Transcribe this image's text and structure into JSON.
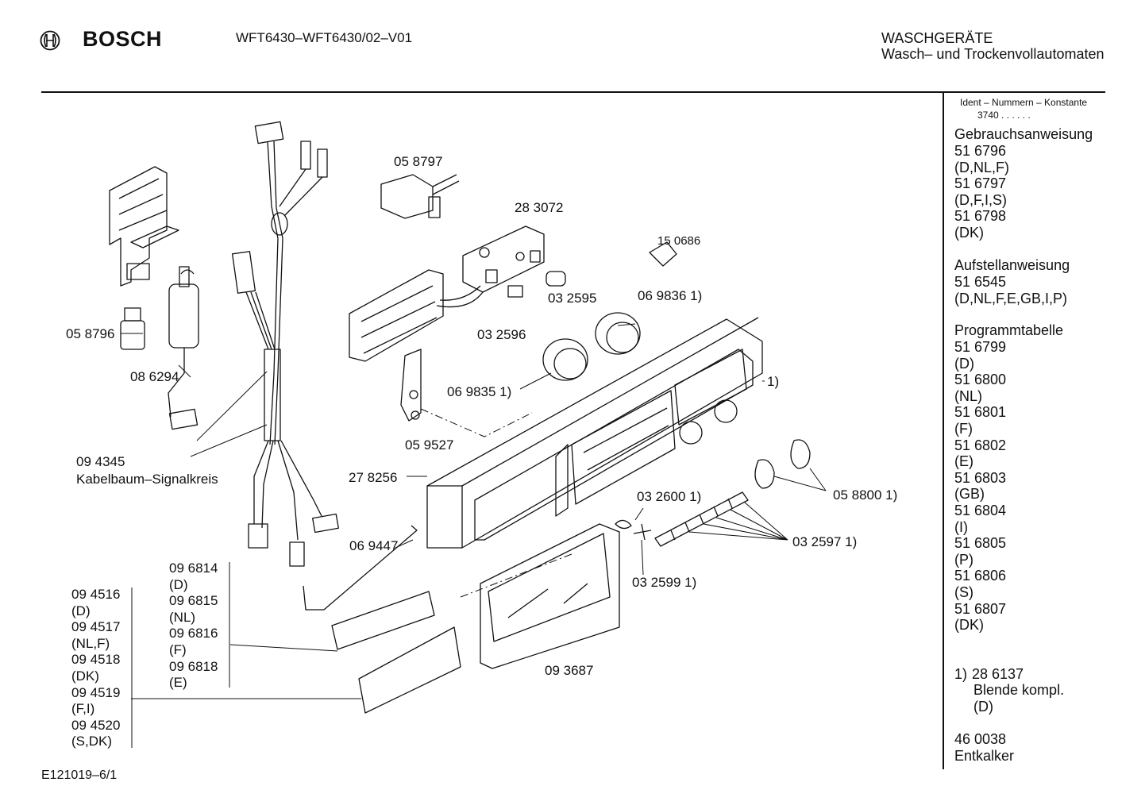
{
  "header": {
    "brand": "BOSCH",
    "model": "WFT6430–WFT6430/02–V01",
    "category_line1": "WASCHGERÄTE",
    "category_line2": "Wasch– und Trockenvollautomaten"
  },
  "sidebar": {
    "ident_header": "Ident – Nummern – Konstante",
    "constant": "3740 . . . . . .",
    "gebrauch_title": "Gebrauchsanweisung",
    "gebrauch_items": [
      "51 6796",
      "(D,NL,F)",
      "51 6797",
      "(D,F,I,S)",
      "51 6798",
      "(DK)"
    ],
    "aufstell_title": "Aufstellanweisung",
    "aufstell_items": [
      "51 6545",
      "(D,NL,F,E,GB,I,P)"
    ],
    "programm_title": "Programmtabelle",
    "programm_items": [
      "51 6799",
      "(D)",
      "51 6800",
      "(NL)",
      "51 6801",
      "(F)",
      "51 6802",
      "(E)",
      "51 6803",
      "(GB)",
      "51 6804",
      "(I)",
      "51 6805",
      "(P)",
      "51 6806",
      "(S)",
      "51 6807",
      "(DK)"
    ],
    "footnote_ref": "1)",
    "footnote_num": "28 6137",
    "footnote_desc": "Blende kompl.",
    "footnote_lang": "(D)",
    "entkalker_num": "46 0038",
    "entkalker_desc": "Entkalker"
  },
  "parts": {
    "p058797": "05 8797",
    "p283072": "28 3072",
    "p150686": "15 0686",
    "p032595": "03 2595",
    "p0698361": "06 9836 1)",
    "p032596": "03 2596",
    "p058796": "05 8796",
    "p086294": "08 6294",
    "p0698351": "06 9835 1)",
    "p059527": "05 9527",
    "p094345": "09 4345",
    "kabelbaum": "Kabelbaum–Signalkreis",
    "p278256": "27 8256",
    "blende_ref": "1)",
    "p0326001": "03 2600 1)",
    "p0588001": "05 8800 1)",
    "p069447": "06 9447",
    "p0325971": "03 2597 1)",
    "p0325991": "03 2599 1)",
    "p093687": "09 3687"
  },
  "mid_list": [
    "09 6814",
    "(D)",
    "09 6815",
    "(NL)",
    "09 6816",
    "(F)",
    "09 6818",
    "(E)"
  ],
  "left_list": [
    "09 4516",
    "(D)",
    "09 4517",
    "(NL,F)",
    "09 4518",
    "(DK)",
    "09 4519",
    "(F,I)",
    "09 4520",
    "(S,DK)"
  ],
  "footer": {
    "doc_id": "E121019–6/1"
  }
}
